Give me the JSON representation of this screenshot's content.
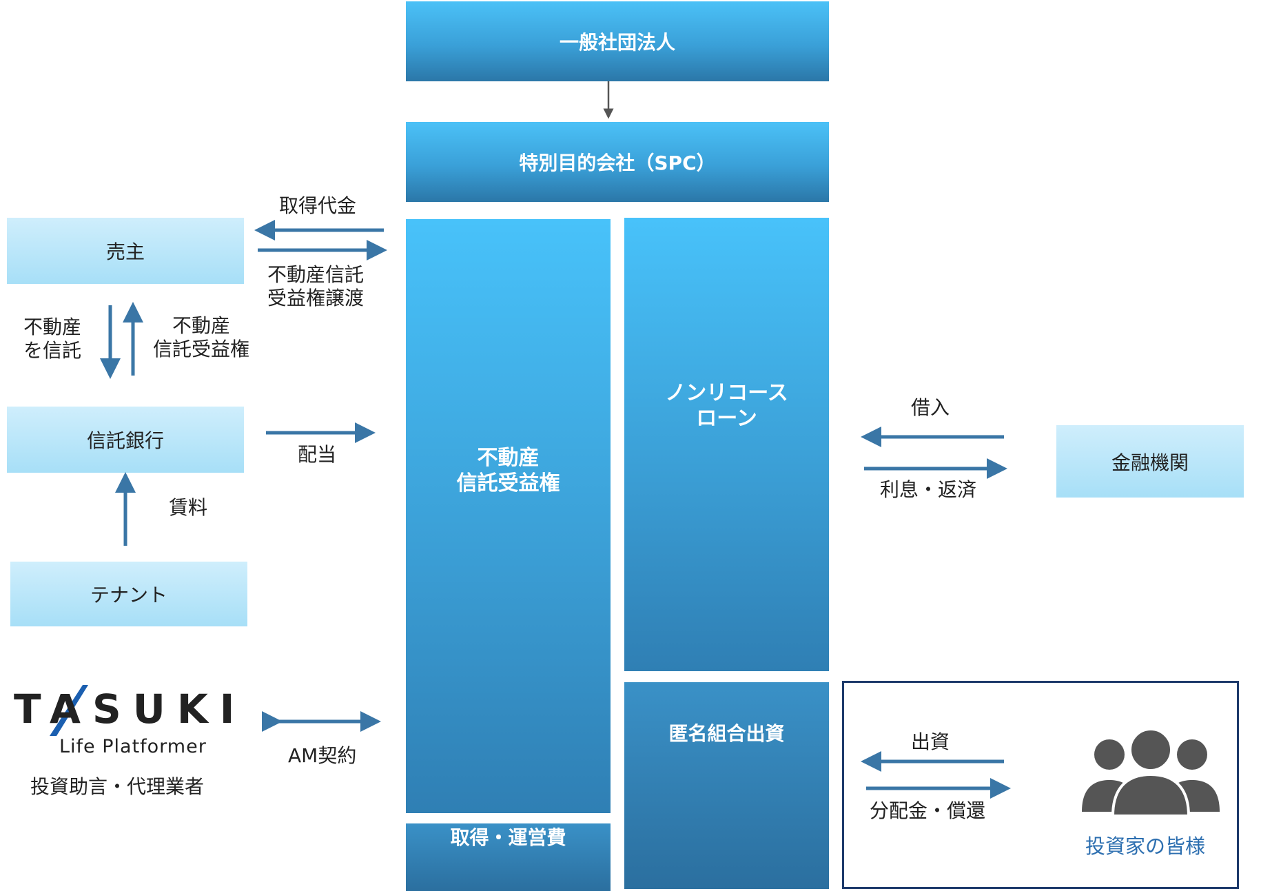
{
  "colors": {
    "arrow": "#3a76a6",
    "frame": "#1d3a6b",
    "people": "#555555",
    "logo_dark": "#222222",
    "logo_blue": "#1b5fb0"
  },
  "structure": {
    "association": "一般社団法人",
    "spc": "特別目的会社（SPC）",
    "trust_interest": "不動産\n信託受益権",
    "acquisition_costs": "取得・運営費",
    "nonrecourse_loan": "ノンリコース\nローン",
    "silent_partnership": "匿名組合出資"
  },
  "parties": {
    "seller": "売主",
    "trust_bank": "信託銀行",
    "tenant": "テナント",
    "financial_institution": "金融機関",
    "investors": "投資家の皆様",
    "am_role": "投資助言・代理業者"
  },
  "logo": {
    "text": "TASUKI",
    "tagline": "Life Platformer",
    "icon": "tasuki-logo-icon"
  },
  "flows": {
    "acquisition_price": "取得代金",
    "transfer_interest": "不動産信託\n受益権譲渡",
    "entrust_property": "不動産\nを信託",
    "trust_interest_return": "不動産\n信託受益権",
    "dividend": "配当",
    "rent": "賃料",
    "am_contract": "AM契約",
    "borrowing": "借入",
    "interest_repayment": "利息・返済",
    "investment": "出資",
    "distribution_redemption": "分配金・償還"
  },
  "icons": {
    "people": "people-group-icon"
  }
}
